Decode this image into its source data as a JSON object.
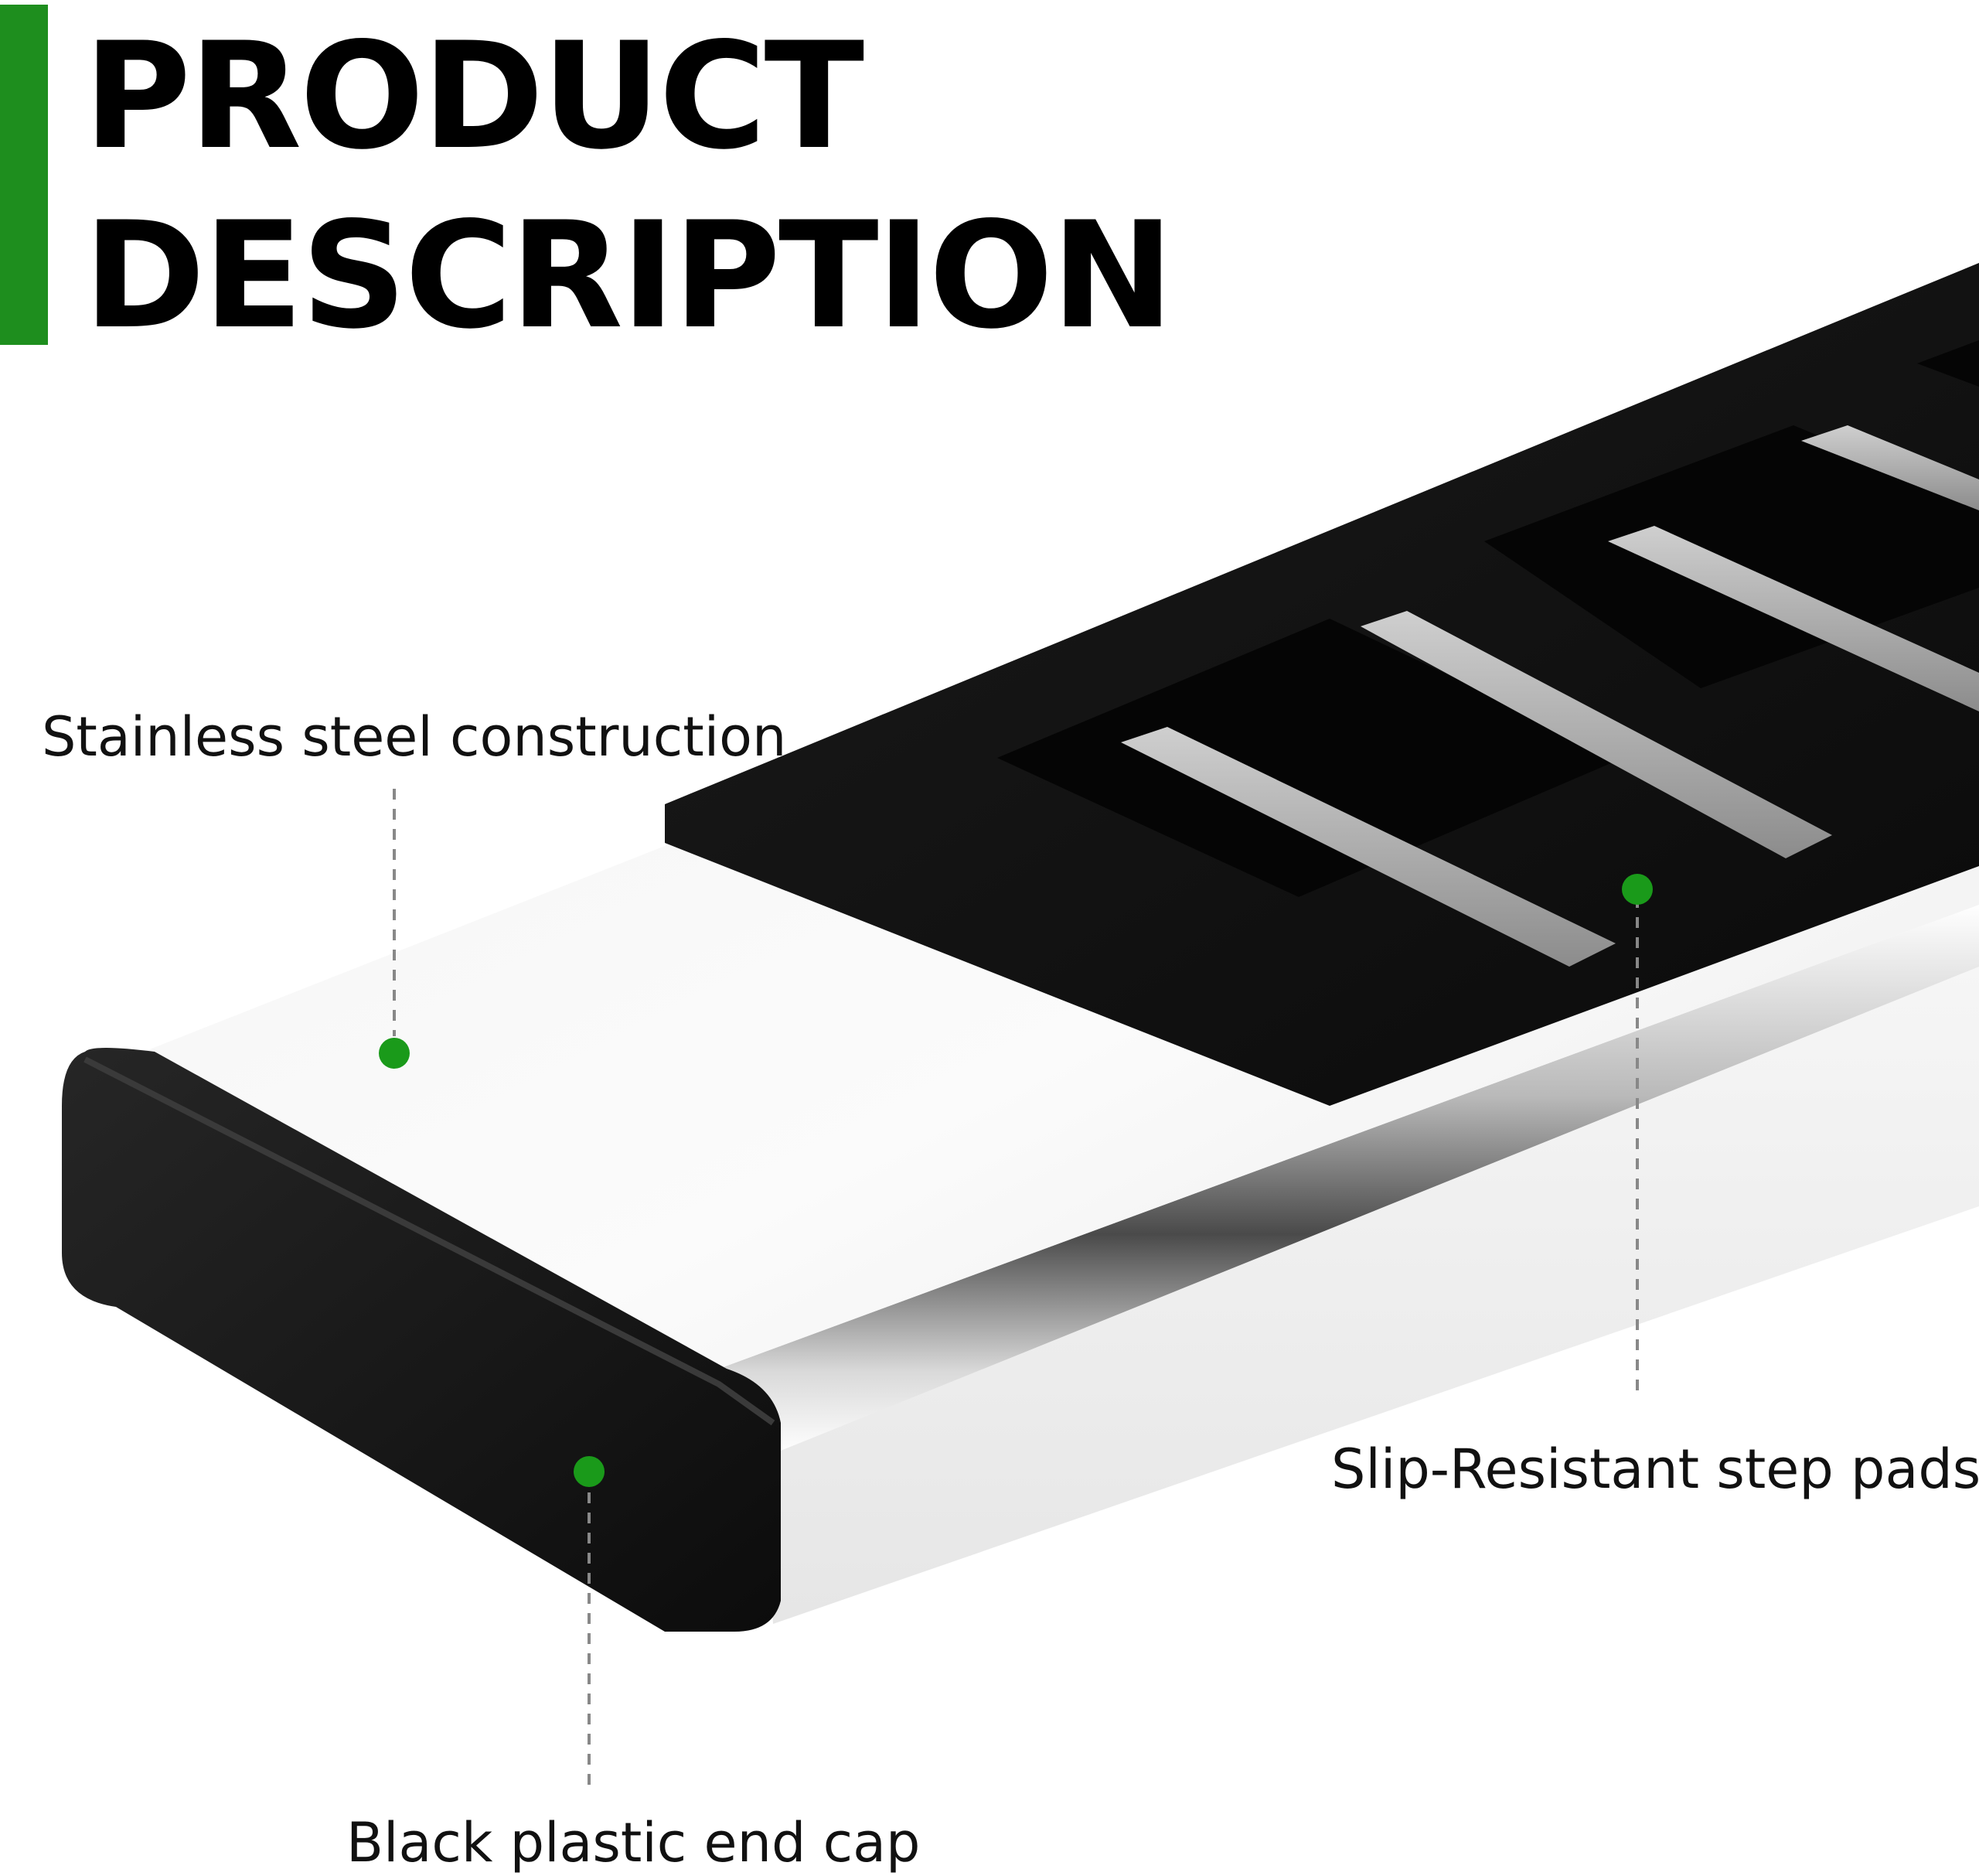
{
  "header": {
    "title_line1": "PRODUCT",
    "title_line2": "DESCRIPTION"
  },
  "callouts": {
    "steel": "Stainless steel construction",
    "pads": "Slip-Resistant step pads",
    "cap": "Black plastic end cap"
  },
  "colors": {
    "accent": "#1e8e1e",
    "marker": "#1a9a1a",
    "text": "#000000"
  }
}
